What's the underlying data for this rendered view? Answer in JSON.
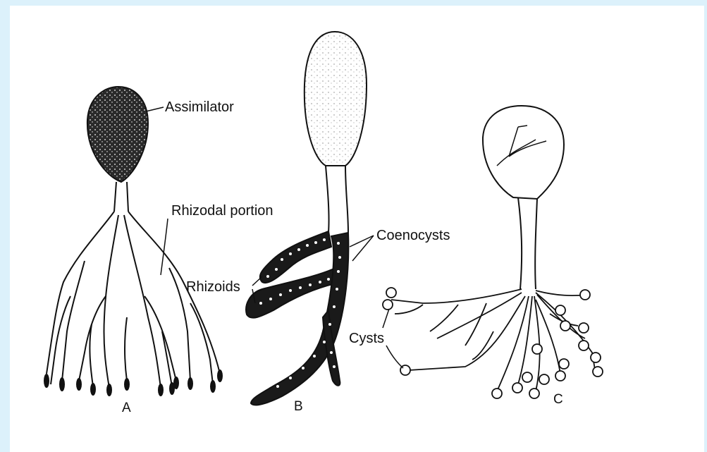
{
  "colors": {
    "frame": "#dcf1fb",
    "ink": "#111111",
    "paper": "#ffffff"
  },
  "labels": {
    "assimilator": "Assimilator",
    "rhizodal_portion": "Rhizodal portion",
    "coenocysts": "Coenocysts",
    "rhizoids": "Rhizoids",
    "cysts": "Cysts"
  },
  "panels": {
    "a": "A",
    "b": "B",
    "c": "C"
  }
}
